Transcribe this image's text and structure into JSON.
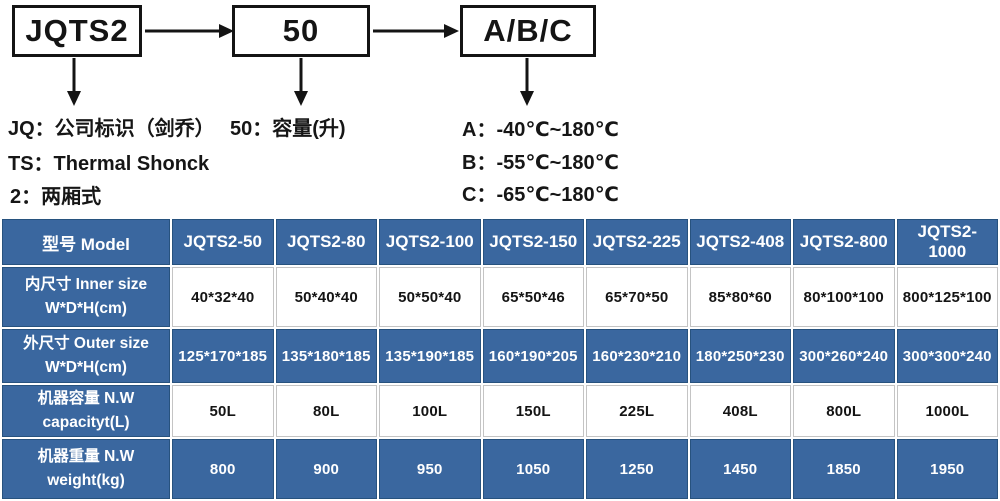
{
  "colors": {
    "table_blue": "#3a679f",
    "table_blue_border": "#27527e",
    "white_cell_border": "#c4c4c4",
    "ink": "#141414"
  },
  "diagram": {
    "boxes": [
      {
        "label": "JQTS2"
      },
      {
        "label": "50"
      },
      {
        "label": "A/B/C"
      }
    ],
    "notes": {
      "left": [
        "JQ：公司标识（剑乔）",
        "TS：Thermal Shonck",
        "2：两厢式"
      ],
      "middle": [
        "50：容量(升)"
      ],
      "right": [
        "A：-40℃~180℃",
        "B：-55℃~180℃",
        "C：-65℃~180℃"
      ]
    }
  },
  "table": {
    "header_label": "型号 Model",
    "models": [
      "JQTS2-50",
      "JQTS2-80",
      "JQTS2-100",
      "JQTS2-150",
      "JQTS2-225",
      "JQTS2-408",
      "JQTS2-800",
      "JQTS2-1000"
    ],
    "rows": [
      {
        "label_zh": "内尺寸 Inner size",
        "label_en": "W*D*H(cm)",
        "values": [
          "40*32*40",
          "50*40*40",
          "50*50*40",
          "65*50*46",
          "65*70*50",
          "85*80*60",
          "80*100*100",
          "800*125*100"
        ]
      },
      {
        "label_zh": "外尺寸 Outer size",
        "label_en": "W*D*H(cm)",
        "values": [
          "125*170*185",
          "135*180*185",
          "135*190*185",
          "160*190*205",
          "160*230*210",
          "180*250*230",
          "300*260*240",
          "300*300*240"
        ]
      },
      {
        "label_zh": "机器容量 N.W",
        "label_en": "capacityt(L)",
        "values": [
          "50L",
          "80L",
          "100L",
          "150L",
          "225L",
          "408L",
          "800L",
          "1000L"
        ]
      },
      {
        "label_zh": "机器重量 N.W",
        "label_en": "weight(kg)",
        "values": [
          "800",
          "900",
          "950",
          "1050",
          "1250",
          "1450",
          "1850",
          "1950"
        ]
      }
    ]
  }
}
